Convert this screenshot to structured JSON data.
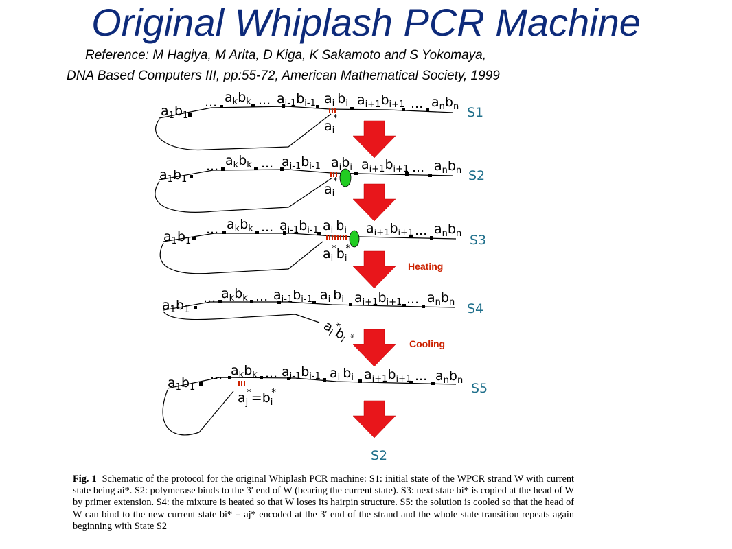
{
  "title": "Original Whiplash PCR Machine",
  "colors": {
    "title": "#0d2a7a",
    "stage_label": "#1f6f8b",
    "arrow": "#e8161b",
    "polymerase": "#22cc22",
    "primer": "#cc2200",
    "operation": "#cc2200"
  },
  "reference": {
    "line1": "Reference:  M Hagiya, M Arita, D Kiga, K Sakamoto and S Yokomaya,",
    "line2": "DNA Based Computers III, pp:55-72, American Mathematical Society, 1999"
  },
  "labels": {
    "a": "a",
    "b": "b",
    "sub_1": "1",
    "sub_k": "k",
    "sub_im1": "i-1",
    "sub_i": "i",
    "sub_ip1": "i+1",
    "sub_n": "n",
    "sub_j": "j",
    "ellipsis": "...",
    "star": "*",
    "equals": "="
  },
  "stages": {
    "s1": "S1",
    "s2": "S2",
    "s3": "S3",
    "s4": "S4",
    "s5": "S5",
    "repeat": "S2"
  },
  "operations": {
    "heating": "Heating",
    "cooling": "Cooling"
  },
  "caption": {
    "fig": "Fig. 1",
    "text": "Schematic of the protocol for the original Whiplash PCR machine: S1: initial state of the WPCR strand W with current state being ai*. S2: polymerase binds to the 3′ end of W (bearing the current state). S3: next state bi* is copied at the head of W by primer extension. S4: the mixture is heated so that W loses its hairpin structure. S5: the solution is cooled so that the head of W can bind to the new current state bi* = aj* encoded at the 3′ end of the strand and the whole state transition repeats again beginning with State S2"
  }
}
